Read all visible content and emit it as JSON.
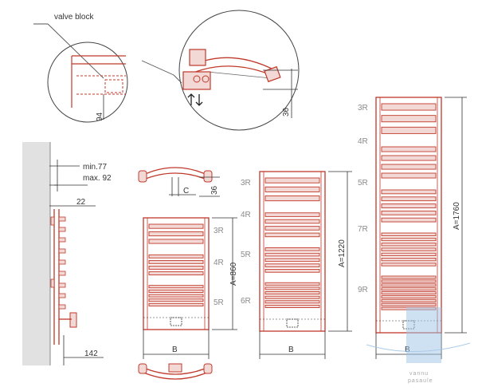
{
  "labels": {
    "valve_block": "valve block",
    "dim_94": "94",
    "dim_36_detail": "36",
    "dim_min": "min.77",
    "dim_max": "max. 92",
    "dim_22": "22",
    "dim_142": "142",
    "dim_c": "C",
    "dim_36_top": "36",
    "dim_b": "B",
    "a_860": "A=860",
    "a_1220": "A=1220",
    "a_1760": "A=1760",
    "watermark_line1": "vannu",
    "watermark_line2": "pasaule"
  },
  "radiators": [
    {
      "id": "r860",
      "sections": [
        "3R",
        "4R",
        "5R"
      ]
    },
    {
      "id": "r1220",
      "sections": [
        "3R",
        "4R",
        "5R",
        "6R"
      ]
    },
    {
      "id": "r1760",
      "sections": [
        "3R",
        "4R",
        "5R",
        "7R",
        "9R"
      ]
    }
  ],
  "colors": {
    "rail": "#c0392b",
    "fill": "#f3d9d6",
    "wall": "#e1e1e1",
    "watermark": "#9fc3e6"
  }
}
